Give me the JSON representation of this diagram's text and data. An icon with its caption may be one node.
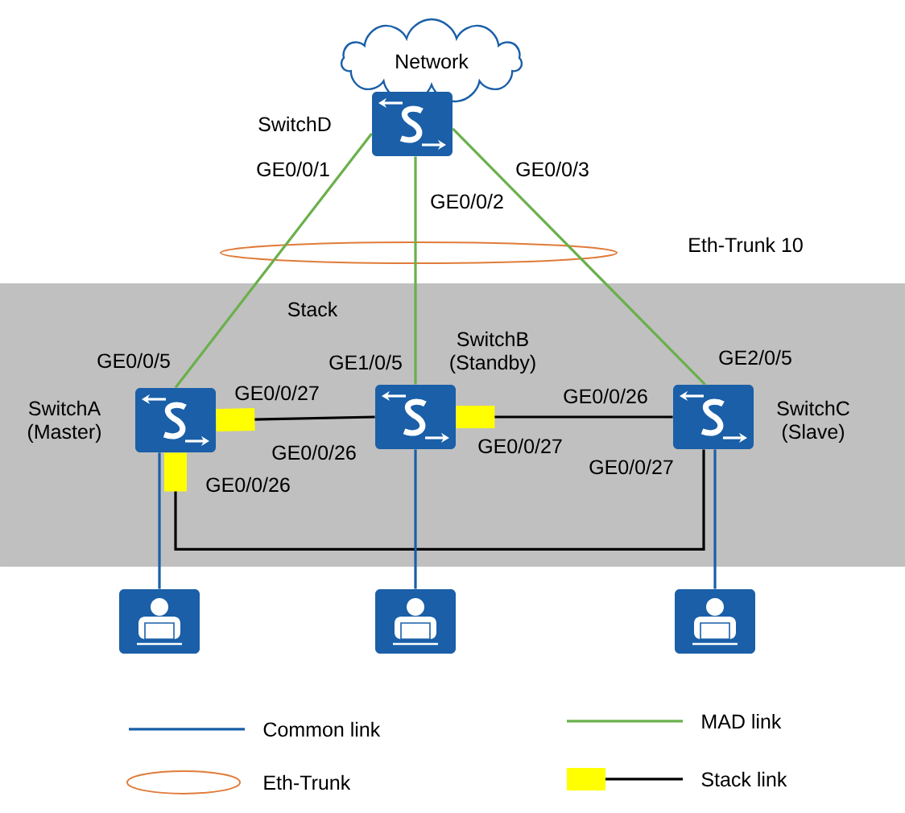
{
  "diagram": {
    "nodes": [
      {
        "text": [
          "Network"
        ]
      },
      {
        "text": [
          "SwitchD"
        ]
      },
      {
        "text": [
          "Stack"
        ]
      },
      {
        "text": [
          "SwitchA (Master)"
        ],
        "in": 2
      },
      {
        "text": [
          "SwitchB (Standby)"
        ],
        "in": 2
      },
      {
        "text": [
          "SwitchC (Slave)"
        ],
        "in": 2
      },
      {
        "text": [],
        "shape": "person"
      },
      {
        "text": [],
        "shape": "person"
      },
      {
        "text": [],
        "shape": "person"
      }
    ],
    "edges": [
      {
        "from": 1,
        "to": 3,
        "arrow": "none",
        "color": "#6ab04c"
      },
      {
        "from": 1,
        "to": 4,
        "arrow": "none",
        "color": "#6ab04c"
      },
      {
        "from": 1,
        "to": 5,
        "arrow": "none",
        "color": "#6ab04c"
      },
      {
        "from": 3,
        "to": 4,
        "arrow": "other",
        "color": "#000000"
      },
      {
        "from": 4,
        "to": 5,
        "arrow": "other",
        "color": "#000000"
      },
      {
        "from": 3,
        "to": 5,
        "arrow": "other",
        "color": "#000000"
      },
      {
        "from": 3,
        "to": 6,
        "arrow": "none",
        "color": "#1a5fa8"
      },
      {
        "from": 4,
        "to": 7,
        "arrow": "none",
        "color": "#1a5fa8"
      },
      {
        "from": 5,
        "to": 8,
        "arrow": "none",
        "color": "#1a5fa8"
      }
    ],
    "labels": [
      "GE0/0/1",
      "GE0/0/3",
      "GE0/0/2",
      "Eth-Trunk 10",
      "GE0/0/5",
      "GE1/0/5",
      "GE2/0/5",
      "GE0/0/27",
      "GE0/0/26",
      "GE0/0/27",
      "GE0/0/26",
      "GE0/0/27",
      "GE0/0/26"
    ],
    "legend": [
      {
        "text": "Common link"
      },
      {
        "text": "MAD link"
      },
      {
        "text": "Eth-Trunk"
      },
      {
        "text": "Stack link"
      }
    ]
  }
}
